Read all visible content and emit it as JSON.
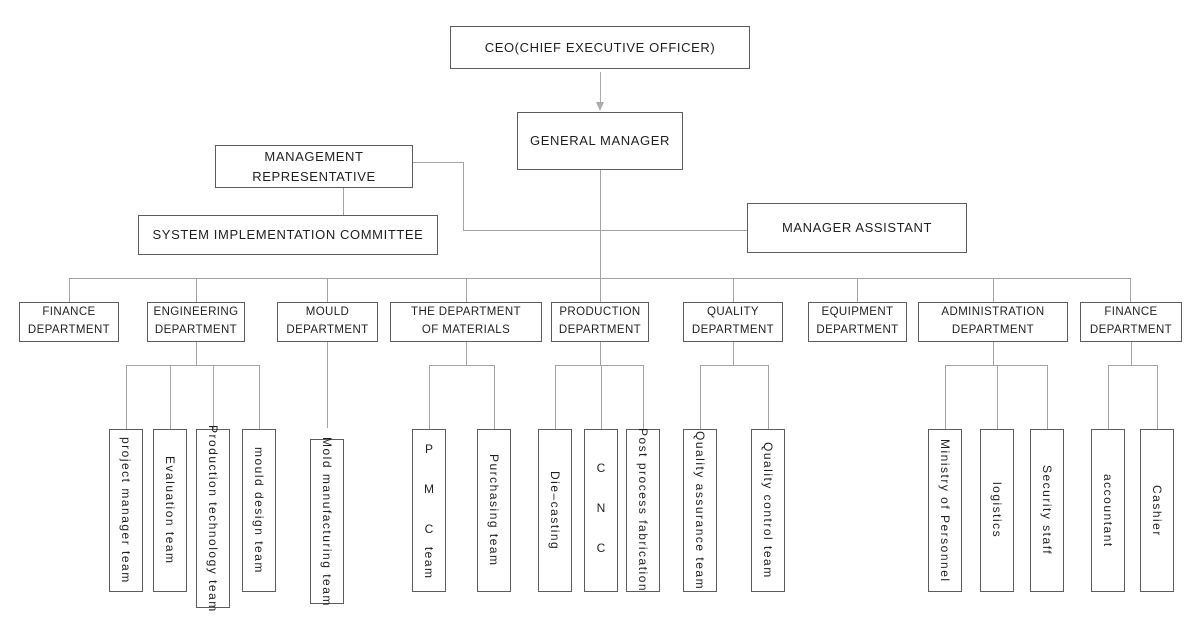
{
  "diagram": {
    "type": "org-chart",
    "colors": {
      "background": "#ffffff",
      "box_border": "#5c5c5c",
      "connector_line": "#a3a3a3",
      "arrow": "#ababab",
      "text": "#1f1f1f"
    },
    "nodes": {
      "ceo": {
        "label": "CEO(CHIEF EXECUTIVE OFFICER)"
      },
      "general_manager": {
        "label": "GENERAL MANAGER"
      },
      "management_representative": {
        "label": "MANAGEMENT\nREPRESENTATIVE"
      },
      "system_implementation_committee": {
        "label": "SYSTEM IMPLEMENTATION COMMITTEE"
      },
      "manager_assistant": {
        "label": "MANAGER ASSISTANT"
      },
      "finance_department_left": {
        "label": "FINANCE\nDEPARTMENT"
      },
      "engineering_department": {
        "label": "ENGINEERING\nDEPARTMENT"
      },
      "mould_department": {
        "label": "MOULD\nDEPARTMENT"
      },
      "materials_department": {
        "label": "THE DEPARTMENT\nOF MATERIALS"
      },
      "production_department": {
        "label": "PRODUCTION\nDEPARTMENT"
      },
      "quality_department": {
        "label": "QUALITY\nDEPARTMENT"
      },
      "equipment_department": {
        "label": "EQUIPMENT\nDEPARTMENT"
      },
      "administration_department": {
        "label": "ADMINISTRATION\nDEPARTMENT"
      },
      "finance_department_right": {
        "label": "FINANCE\nDEPARTMENT"
      },
      "project_manager_team": {
        "label": "project manager team"
      },
      "evaluation_team": {
        "label": "Evaluation team"
      },
      "production_technology_team": {
        "label": "Production technology team"
      },
      "mould_design_team": {
        "label": "mould design team"
      },
      "mold_manufacturing_team": {
        "label": "Mold manufacturing team"
      },
      "pmc_team": {
        "upright_part": "P M C",
        "rotated_part": "team"
      },
      "purchasing_team": {
        "label": "Purchasing team"
      },
      "die_casting": {
        "label": "Die–casting"
      },
      "cnc": {
        "upright_part": "C N C"
      },
      "post_process_fabrication": {
        "label": "Post process fabrication"
      },
      "quality_assurance_team": {
        "label": "Quality assurance team"
      },
      "quality_control_team": {
        "label": "Quality control team"
      },
      "ministry_of_personnel": {
        "label": "Ministry of Personnel"
      },
      "logistics": {
        "label": "logistics"
      },
      "security_staff": {
        "label": "Security staff"
      },
      "accountant": {
        "label": "accountant"
      },
      "cashier": {
        "label": "Cashier"
      }
    },
    "structure": {
      "ceo": [
        "general_manager"
      ],
      "general_manager": [
        "management_representative",
        "manager_assistant",
        "finance_department_left",
        "engineering_department",
        "mould_department",
        "materials_department",
        "production_department",
        "quality_department",
        "equipment_department",
        "administration_department",
        "finance_department_right"
      ],
      "management_representative": [
        "system_implementation_committee"
      ],
      "engineering_department": [
        "project_manager_team",
        "evaluation_team",
        "production_technology_team",
        "mould_design_team"
      ],
      "mould_department": [
        "mold_manufacturing_team"
      ],
      "materials_department": [
        "pmc_team",
        "purchasing_team"
      ],
      "production_department": [
        "die_casting",
        "cnc",
        "post_process_fabrication"
      ],
      "quality_department": [
        "quality_assurance_team",
        "quality_control_team"
      ],
      "administration_department": [
        "ministry_of_personnel",
        "logistics",
        "security_staff"
      ],
      "finance_department_right": [
        "accountant",
        "cashier"
      ]
    }
  }
}
